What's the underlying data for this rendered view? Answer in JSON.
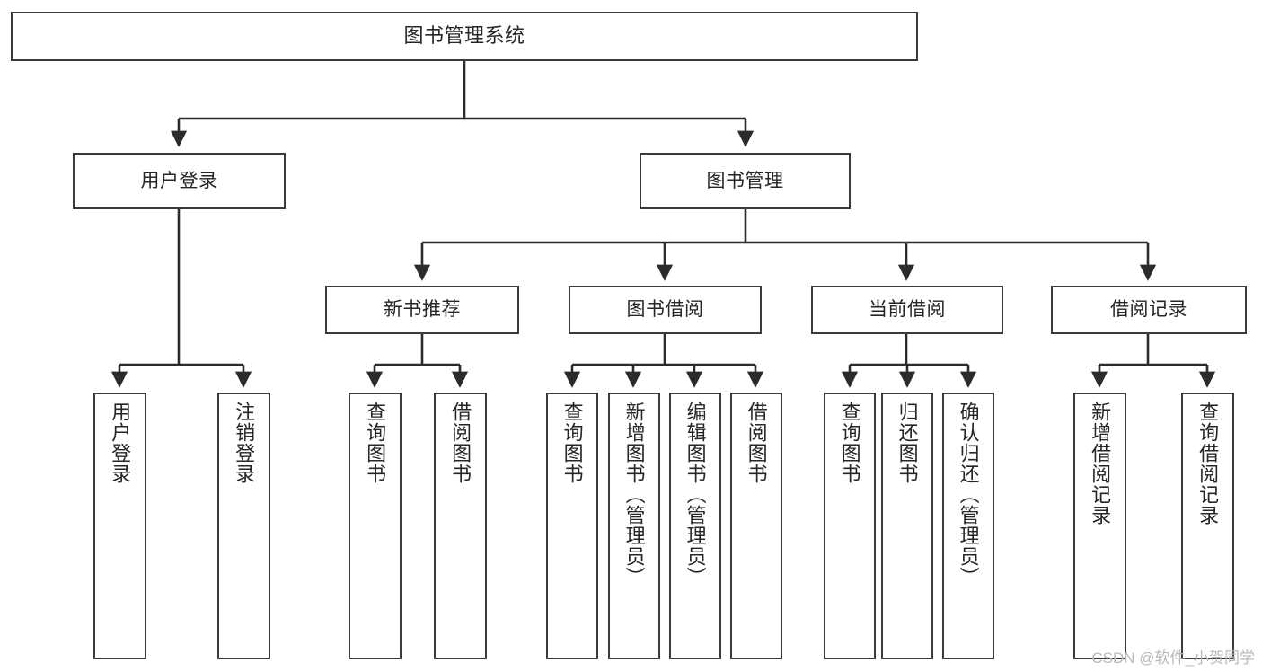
{
  "diagram": {
    "type": "tree-hierarchy",
    "title": "图书管理系统",
    "watermark": "CSDN @软件_小贺同学",
    "colors": {
      "border": "#3a3a3a",
      "background": "#ffffff",
      "text": "#262626",
      "edge": "#2b2b2b",
      "watermark": "#b9b9b9"
    },
    "nodes": {
      "root": {
        "label": "图书管理系统"
      },
      "level1": [
        {
          "label": "用户登录"
        },
        {
          "label": "图书管理"
        }
      ],
      "level2": [
        {
          "label": "新书推荐"
        },
        {
          "label": "图书借阅"
        },
        {
          "label": "当前借阅"
        },
        {
          "label": "借阅记录"
        }
      ],
      "leaves": {
        "user_login": [
          {
            "label": "用户登录"
          },
          {
            "label": "注销登录"
          }
        ],
        "new_book": [
          {
            "label": "查询图书"
          },
          {
            "label": "借阅图书"
          }
        ],
        "book_borrow": [
          {
            "label": "查询图书"
          },
          {
            "label": "新增图书（管理员）"
          },
          {
            "label": "编辑图书（管理员）"
          },
          {
            "label": "借阅图书"
          }
        ],
        "current_borrow": [
          {
            "label": "查询图书"
          },
          {
            "label": "归还图书"
          },
          {
            "label": "确认归还（管理员）"
          }
        ],
        "borrow_record": [
          {
            "label": "新增借阅记录"
          },
          {
            "label": "查询借阅记录"
          }
        ]
      }
    }
  }
}
